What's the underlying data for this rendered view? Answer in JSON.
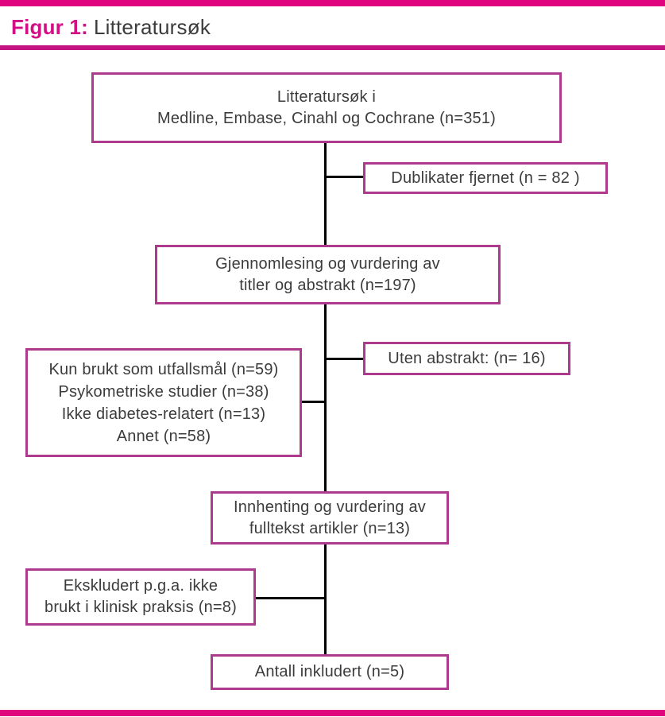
{
  "figure": {
    "label": "Figur 1:",
    "title": "Litteratursøk"
  },
  "boxes": {
    "search": {
      "line1": "Litteratursøk i",
      "line2": "Medline, Embase, Cinahl og Cochrane (n=351)"
    },
    "duplicates": {
      "line1": "Dublikater fjernet (n = 82 )"
    },
    "screening": {
      "line1": "Gjennomlesing og vurdering av",
      "line2": "titler og abstrakt (n=197)"
    },
    "no_abstract": {
      "line1": "Uten abstrakt: (n= 16)"
    },
    "excluded_reasons": {
      "line1": "Kun brukt som utfallsmål (n=59)",
      "line2": "Psykometriske studier (n=38)",
      "line3": "Ikke diabetes-relatert (n=13)",
      "line4": "Annet (n=58)"
    },
    "fulltext": {
      "line1": "Innhenting og vurdering av",
      "line2": "fulltekst artikler (n=13)"
    },
    "excluded_practice": {
      "line1": "Ekskludert p.g.a. ikke",
      "line2": "brukt i klinisk praksis (n=8)"
    },
    "included": {
      "line1": "Antall inkludert (n=5)"
    }
  },
  "colors": {
    "accent_bar": "#e0047f",
    "title_accent": "#d30f86",
    "rule": "#c41484",
    "box_border": "#ad3a8c",
    "text": "#3c3c3c",
    "connector": "#000000",
    "bg": "#ffffff"
  }
}
